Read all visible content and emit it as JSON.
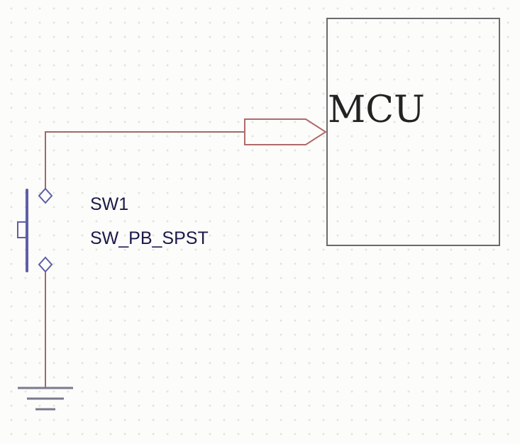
{
  "colors": {
    "background": "#fcfcfa",
    "grid_dot": "#e3e3df",
    "wire": "#9b6b6b",
    "port": "#b06a6a",
    "switch_body": "#5e5ea8",
    "mcu_border": "#6a6a6a",
    "text": "#1a1a4a",
    "mcu_text": "#222222",
    "ground": "#7a7a8e"
  },
  "mcu": {
    "label": "MCU"
  },
  "switch": {
    "refdes": "SW1",
    "part": "SW_PB_SPST"
  },
  "icons": {
    "ground": "ground-symbol-icon",
    "offpage_port": "offpage-connector-icon",
    "pushbutton": "pushbutton-switch-icon"
  }
}
